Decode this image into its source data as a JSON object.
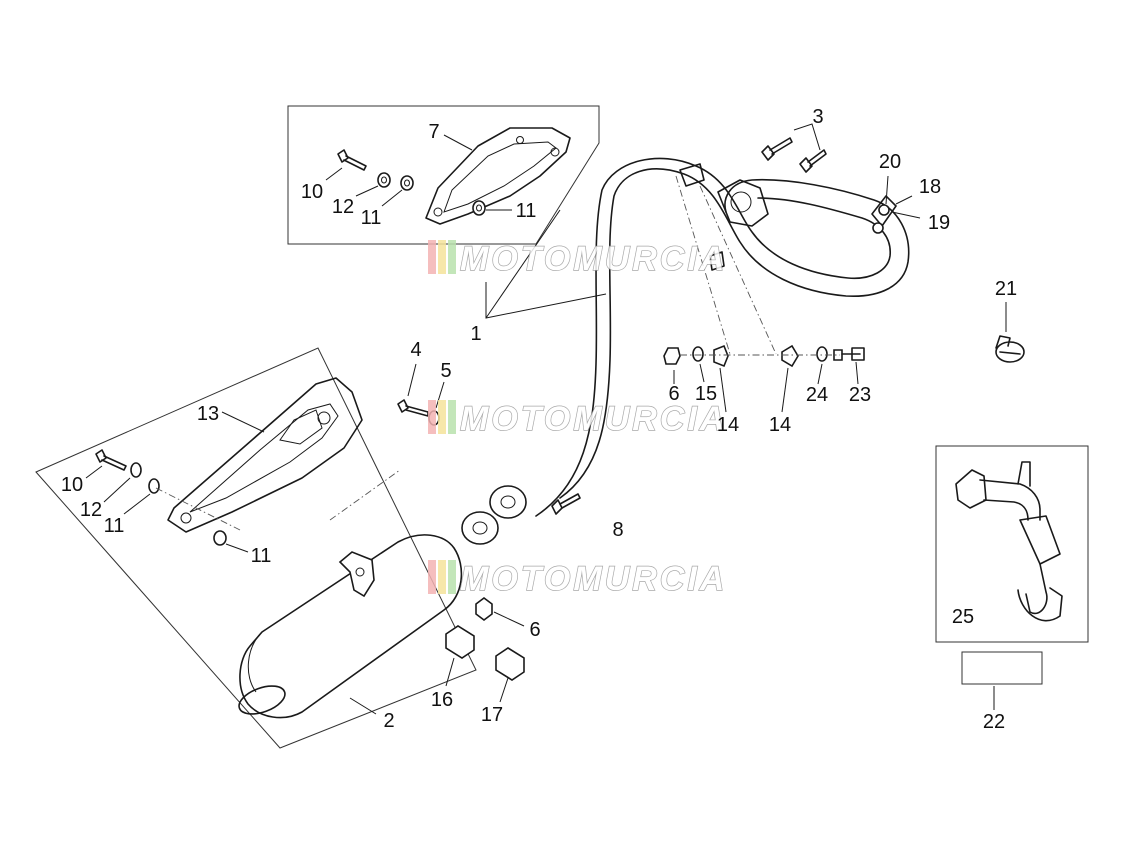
{
  "watermark": {
    "text": "MOTOMURCIA",
    "stripe_colors": [
      "#f3b3b3",
      "#f5e39a",
      "#b9e2ad"
    ]
  },
  "callouts": {
    "c1": "1",
    "c2": "2",
    "c3": "3",
    "c4": "4",
    "c5": "5",
    "c6a": "6",
    "c6b": "6",
    "c7": "7",
    "c8": "8",
    "c10a": "10",
    "c10b": "10",
    "c11a": "11",
    "c11b": "11",
    "c11c": "11",
    "c11d": "11",
    "c12a": "12",
    "c12b": "12",
    "c13": "13",
    "c14a": "14",
    "c14b": "14",
    "c15": "15",
    "c16": "16",
    "c17": "17",
    "c18": "18",
    "c19": "19",
    "c20": "20",
    "c21": "21",
    "c22": "22",
    "c23": "23",
    "c24": "24",
    "c25": "25"
  }
}
